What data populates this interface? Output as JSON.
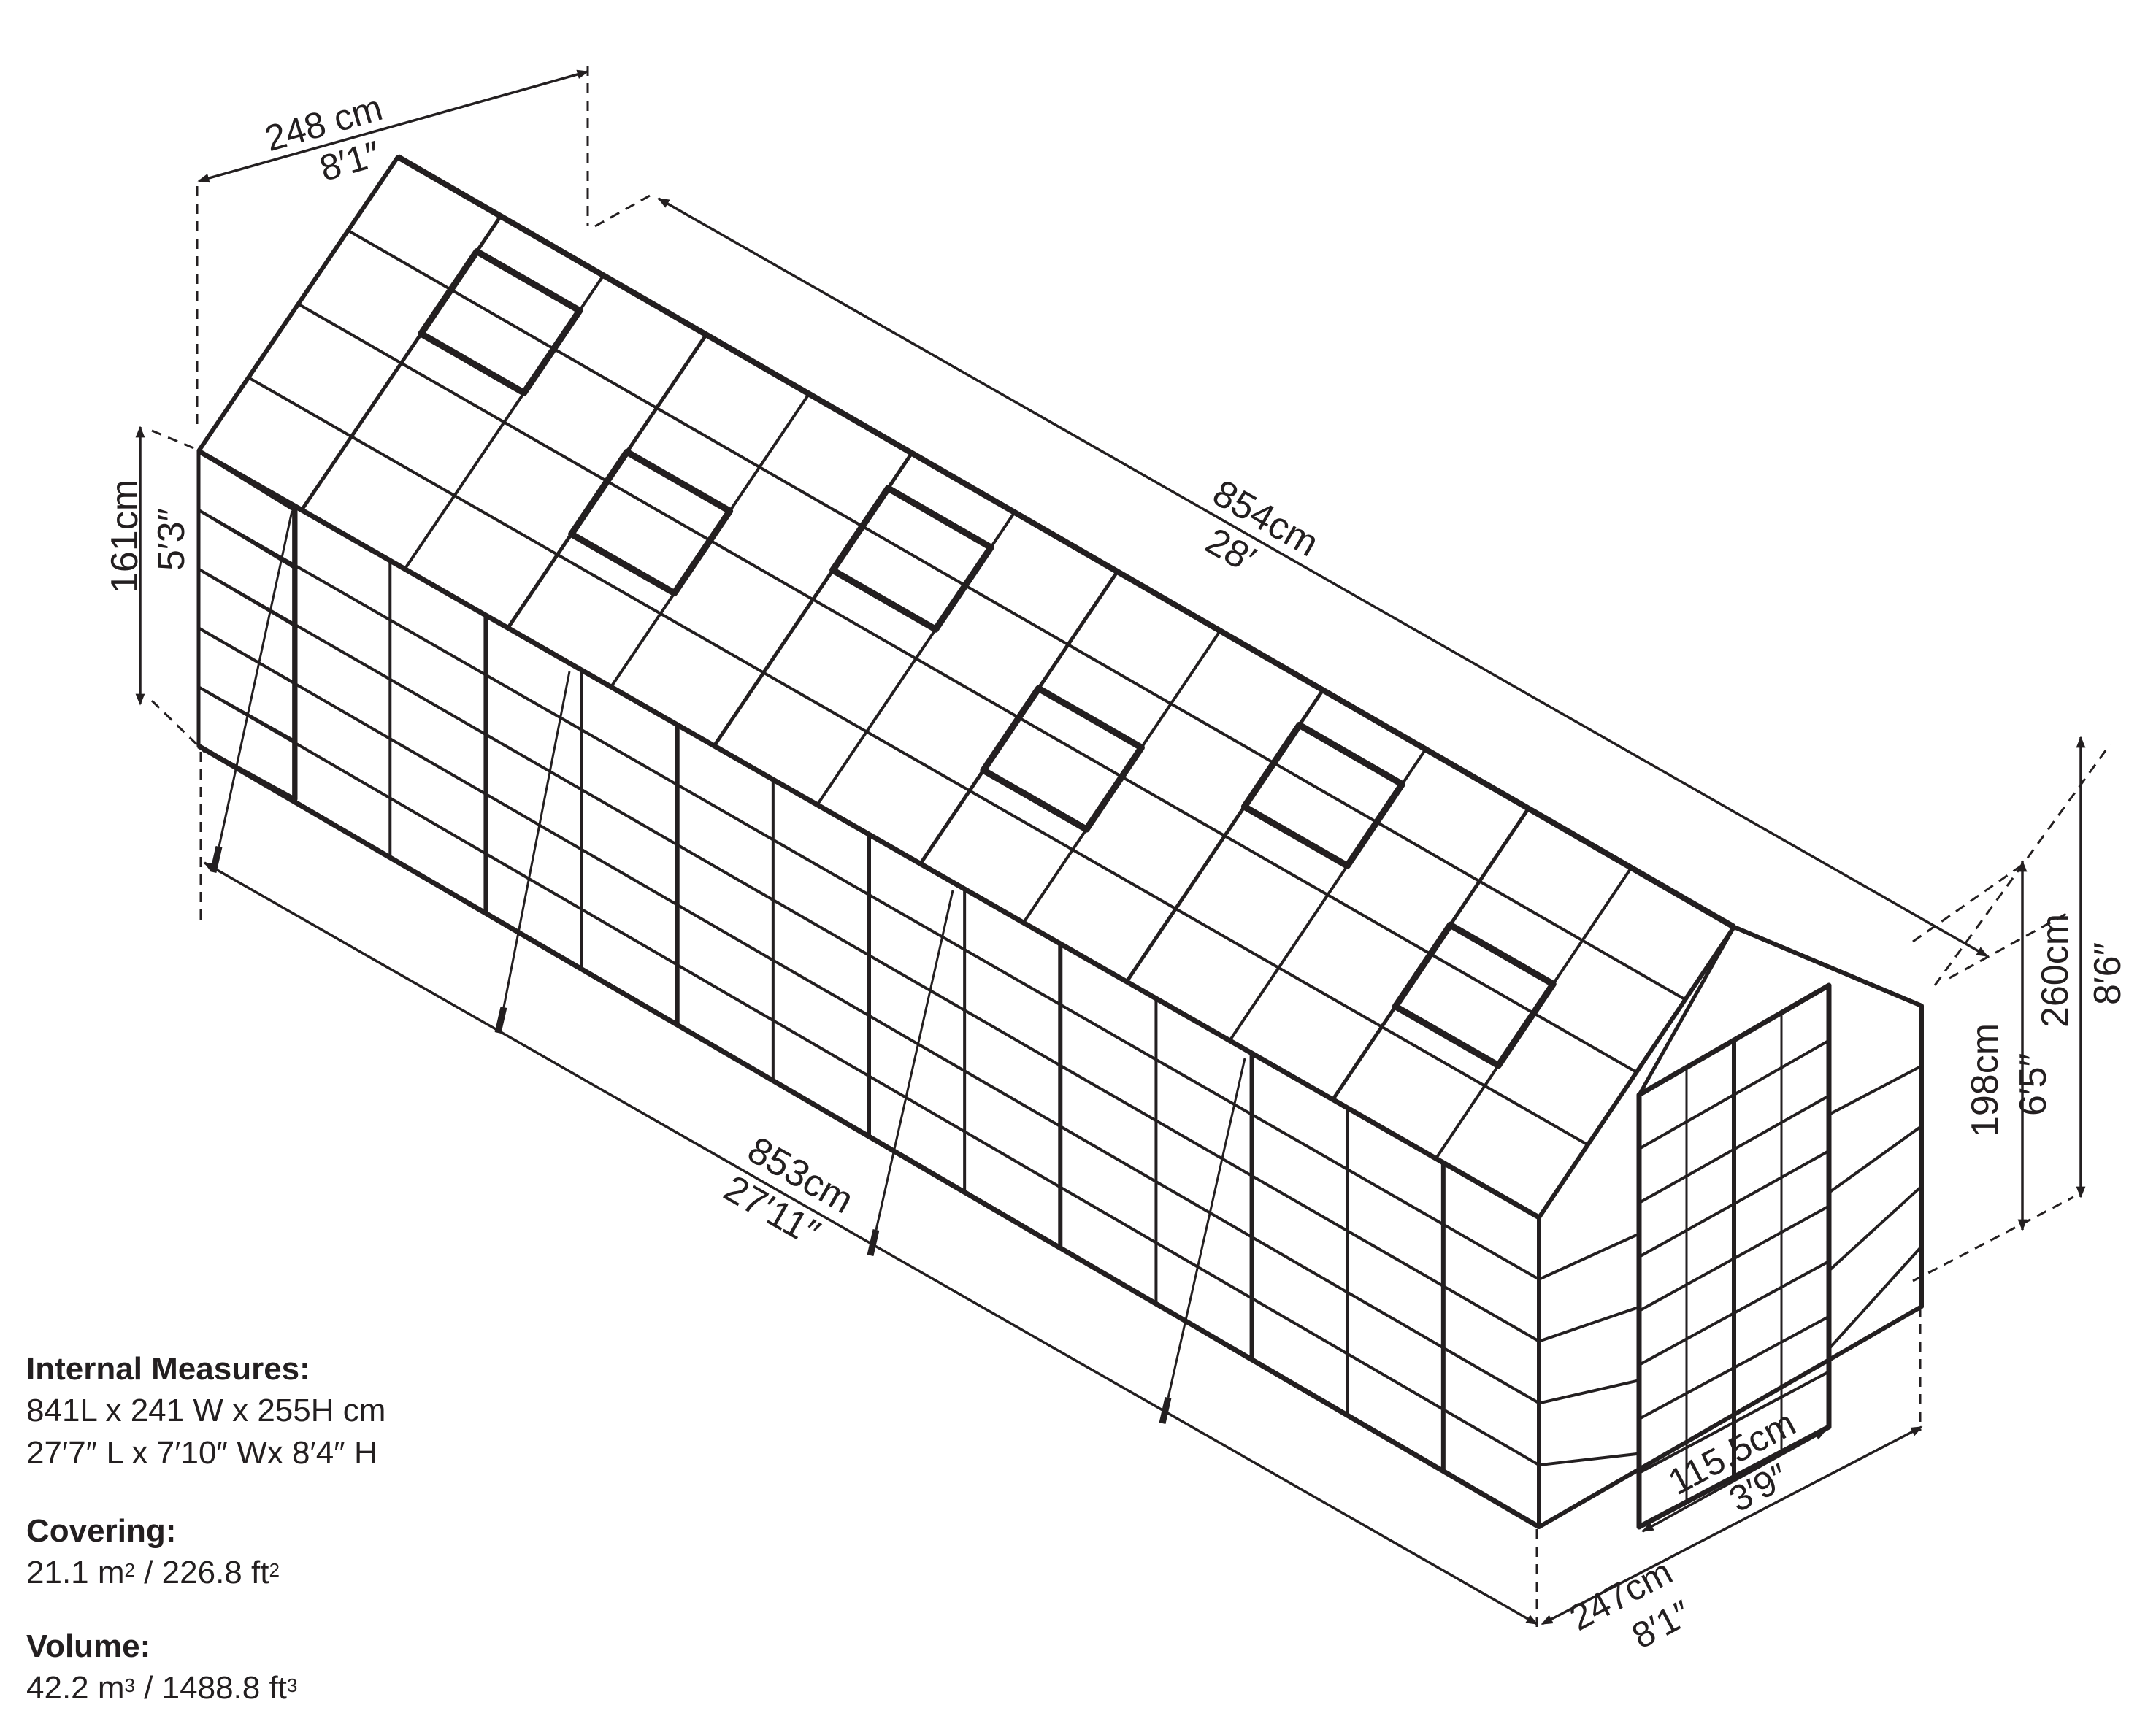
{
  "dimensions": {
    "roof_width": {
      "cm": "248 cm",
      "imperial": "8′1″"
    },
    "length_top": {
      "cm": "854cm",
      "imperial": "28′"
    },
    "length_bottom": {
      "cm": "853cm",
      "imperial": "27′11″"
    },
    "side_height": {
      "cm": "161cm",
      "imperial": "5′3″"
    },
    "total_height": {
      "cm": "260cm",
      "imperial": "8′6″"
    },
    "door_height": {
      "cm": "198cm",
      "imperial": "6′5″"
    },
    "door_width": {
      "cm": "115.5cm",
      "imperial": "3′9″"
    },
    "front_width": {
      "cm": "247cm",
      "imperial": "8′1″"
    }
  },
  "specs": {
    "internal": {
      "label": "Internal Measures:",
      "line1": "841L x 241 W x 255H cm",
      "line2": "27′7″ L x 7′10″ Wx 8′4″ H"
    },
    "covering": {
      "label": "Covering:",
      "metric": "21.1 m",
      "metric_sup": "2",
      "sep": " / 226.8 ft",
      "imperial_sup": "2"
    },
    "volume": {
      "label": "Volume:",
      "metric": "42.2 m",
      "metric_sup": "3",
      "sep": " / 1488.8 ft",
      "imperial_sup": "3"
    }
  },
  "colors": {
    "line": "#231f20",
    "background": "#ffffff",
    "glazing": "#ffffff"
  }
}
